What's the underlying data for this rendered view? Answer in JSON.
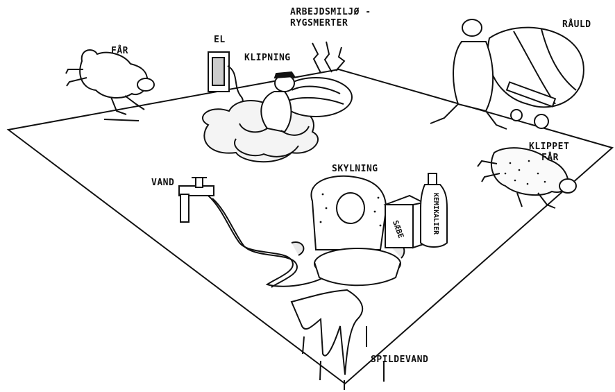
{
  "labels": {
    "faar": "FÅR",
    "el": "EL",
    "arbejdsmiljo_line1": "ARBEJDSMILJØ -",
    "arbejdsmiljo_line2": "RYGSMERTER",
    "klipning": "KLIPNING",
    "rauld": "RÅULD",
    "klippet_line1": "KLIPPET",
    "klippet_line2": "FÅR",
    "vand": "VAND",
    "skylning": "SKYLNING",
    "saebe": "SÆBE",
    "kemikalier": "KEMIKALIER",
    "spildevand": "SPILDEVAND"
  },
  "colors": {
    "ink": "#111111",
    "paper": "#ffffff",
    "water": "#e9e9e9"
  }
}
